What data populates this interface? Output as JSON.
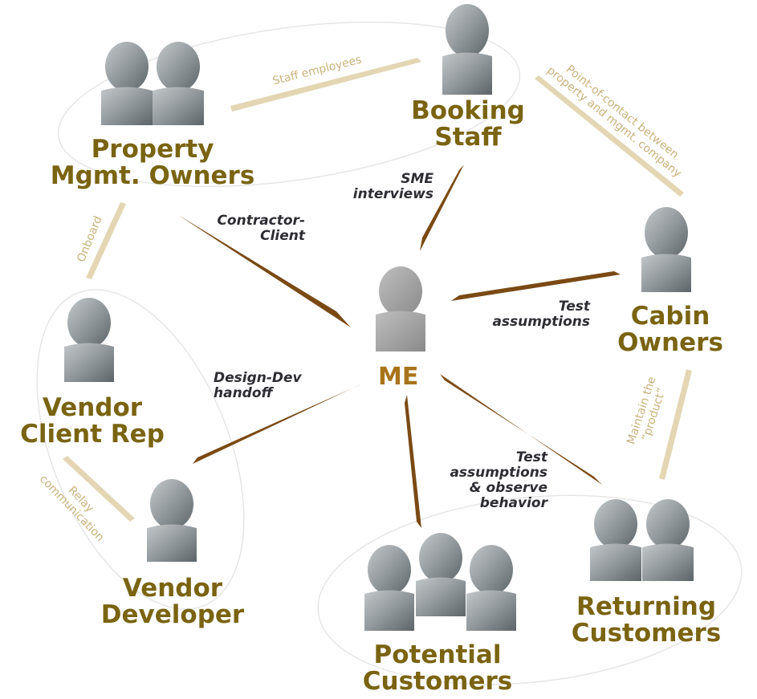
{
  "center": {
    "label": "ME"
  },
  "nodes": {
    "booking": {
      "lines": [
        "Booking",
        "Staff"
      ]
    },
    "property": {
      "lines": [
        "Property",
        "Mgmt. Owners"
      ]
    },
    "cabin": {
      "lines": [
        "Cabin",
        "Owners"
      ]
    },
    "vendor_rep": {
      "lines": [
        "Vendor",
        "Client Rep"
      ]
    },
    "vendor_dev": {
      "lines": [
        "Vendor",
        "Developer"
      ]
    },
    "potential": {
      "lines": [
        "Potential",
        "Customers"
      ]
    },
    "returning": {
      "lines": [
        "Returning",
        "Customers"
      ]
    }
  },
  "relations_primary": {
    "sme": [
      "SME",
      "interviews"
    ],
    "contractor": [
      "Contractor-",
      "Client"
    ],
    "test_cabin": [
      "Test",
      "assumptions"
    ],
    "design_dev": [
      "Design-Dev",
      "handoff"
    ],
    "test_observe": [
      "Test",
      "assumptions",
      "& observe",
      "behavior"
    ]
  },
  "relations_secondary": {
    "staff": [
      "Staff employees"
    ],
    "poc": [
      "Point-of-contact between",
      "property and mgmt. company"
    ],
    "onboard": [
      "Onboard"
    ],
    "maintain": [
      "Maintain the",
      "“product”"
    ],
    "relay": [
      "Relay",
      "communication"
    ]
  },
  "colors": {
    "node_label": "#7a6412",
    "me_label": "#a8731a",
    "primary_connector": "#7a4a14",
    "secondary_connector": "#e3d6b3",
    "person_light": "#b5b9bb",
    "person_dark": "#5f676b",
    "relation_text": "#2d2d33",
    "secondary_text": "#c9b27c",
    "group_outline": "#e6e6e6"
  }
}
